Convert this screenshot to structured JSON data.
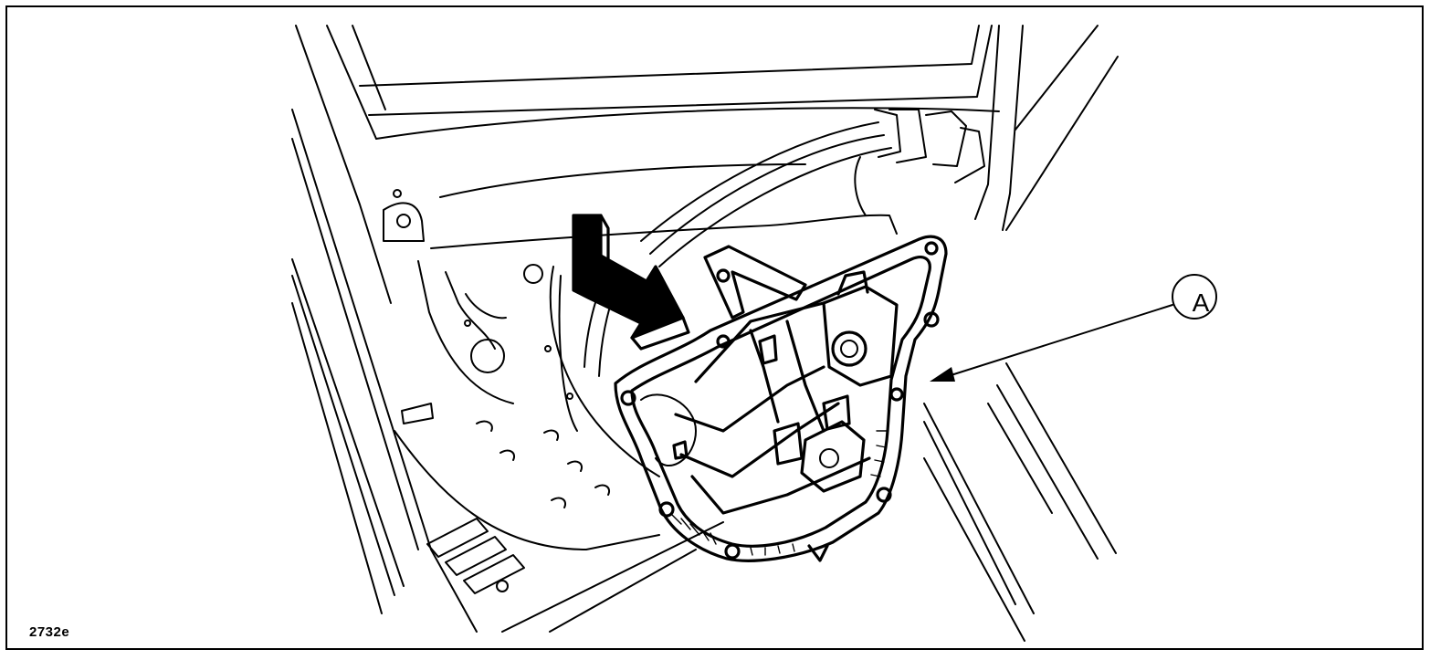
{
  "figure": {
    "reference": "2732e"
  },
  "callouts": [
    {
      "id": "A",
      "label": "A",
      "target": "window-regulator-panel"
    }
  ],
  "insertion_arrow": {
    "icon": "insertion-direction-arrow",
    "color": "#000000"
  },
  "colors": {
    "line": "#000000",
    "background": "#ffffff"
  }
}
